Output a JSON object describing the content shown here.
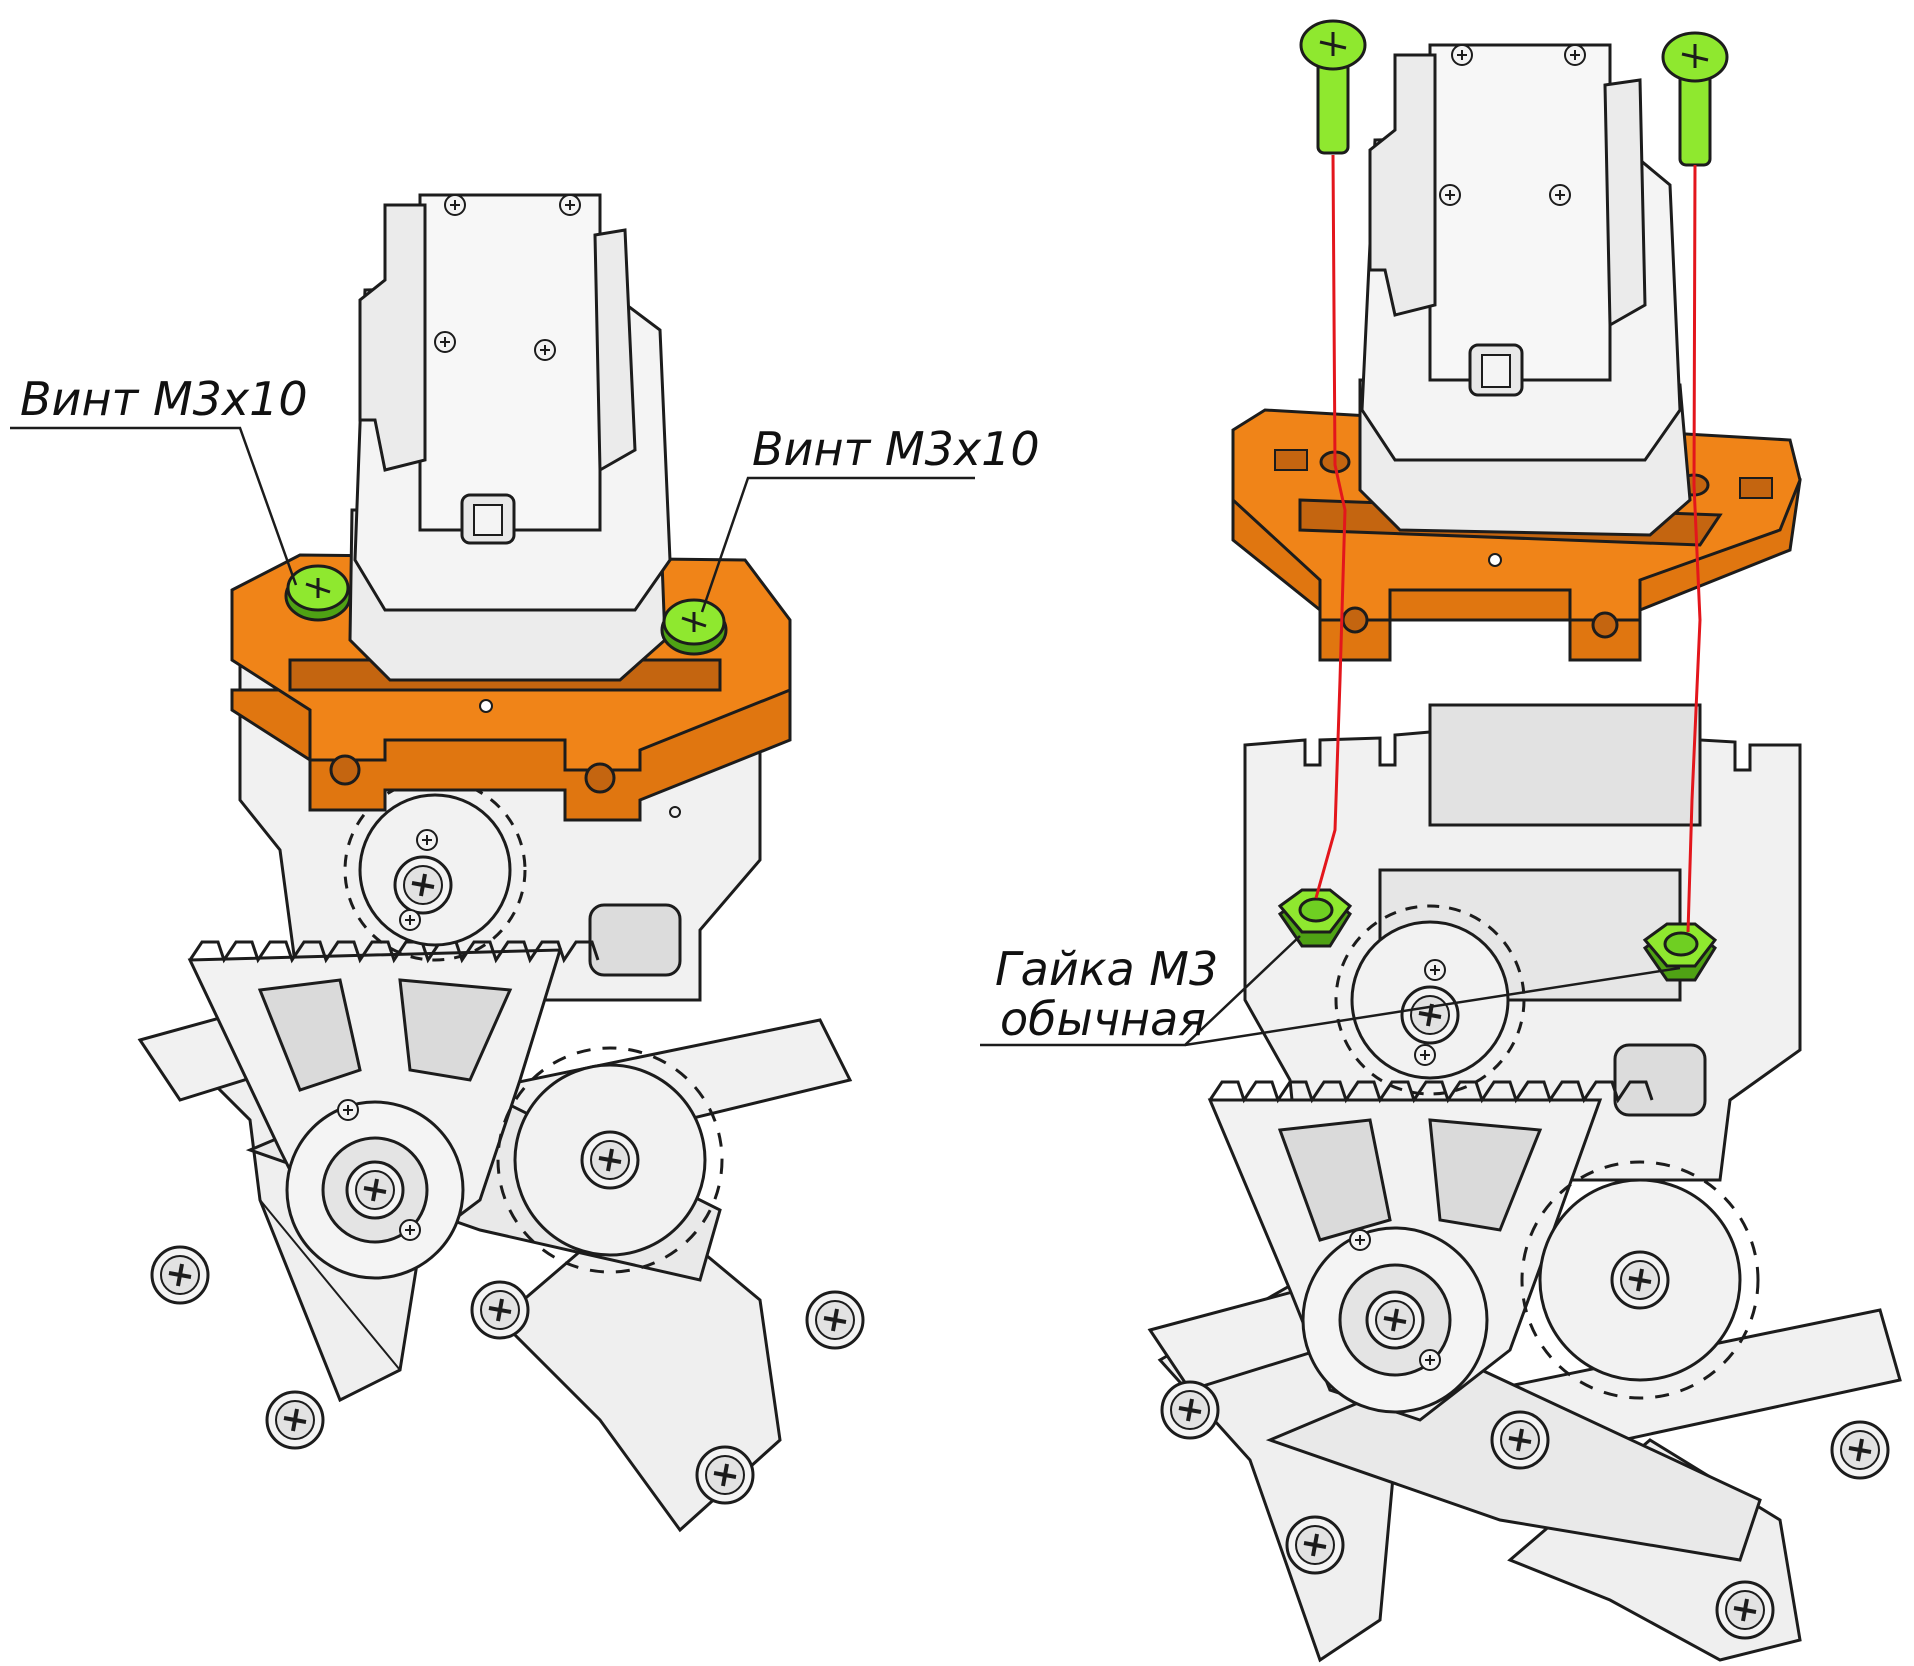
{
  "colors": {
    "plate": "#f08418",
    "plate_dark": "#c46510",
    "plate_side": "#e07610",
    "screw": "#8fe82f",
    "screw_dark": "#4fa214",
    "part_light": "#f4f4f4",
    "part_mid": "#dedede",
    "part_dark": "#c4c4c4",
    "outline": "#1c1c1c",
    "guide_line": "#e3161c"
  },
  "left_view": {
    "label_screw_left": "Винт М3х10",
    "label_screw_right": "Винт М3х10"
  },
  "right_view": {
    "label_nut_line1": "Гайка М3",
    "label_nut_line2": "обычная"
  },
  "icons": {
    "screw": "screw-icon",
    "nut": "hex-nut-icon",
    "gear": "gear-icon"
  }
}
